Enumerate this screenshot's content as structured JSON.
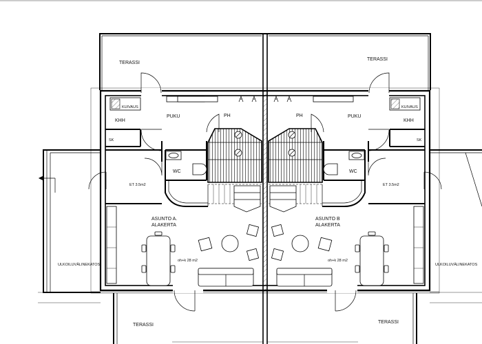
{
  "labels": {
    "terassi": "TERASSI",
    "puku": "PUKU",
    "ph": "PH",
    "khh": "KHH",
    "wc": "WC",
    "sk": "SK",
    "et": "ET 3.5m2",
    "asunto_a": "ASUNTO A.",
    "asunto_b": "ASUNTO B",
    "alakerta": "ALAKERTA",
    "ulkoiluvalinekatos": "ULKOILUVÄLINEKATOS",
    "area": "oh+k 28 m2",
    "kuivaus": "KUIVAUS"
  }
}
